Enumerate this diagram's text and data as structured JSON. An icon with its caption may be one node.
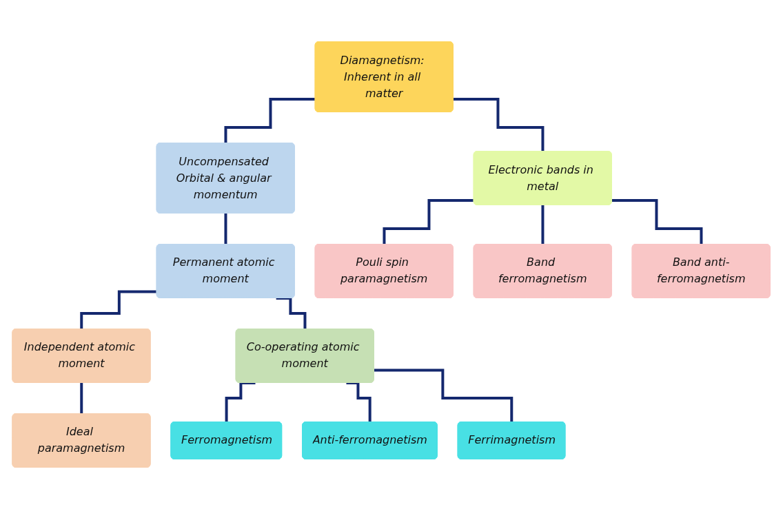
{
  "diagram": {
    "nodes": [
      {
        "text": [
          "Diamagnetism: Inherent in all matter"
        ]
      },
      {
        "text": [
          "Uncompensated Orbital & angular momentum"
        ]
      },
      {
        "text": [
          "Electronic bands in metal"
        ]
      },
      {
        "text": [
          "Permanent atomic moment"
        ]
      },
      {
        "text": [
          "Pouli spin paramagnetism"
        ]
      },
      {
        "text": [
          "Band ferromagnetism"
        ]
      },
      {
        "text": [
          "Band anti-ferromagnetism"
        ]
      },
      {
        "text": [
          "Independent atomic moment"
        ]
      },
      {
        "text": [
          "Co-operating atomic moment"
        ]
      },
      {
        "text": [
          "Ideal paramagnetism"
        ]
      },
      {
        "text": [
          "Ferromagnetism"
        ]
      },
      {
        "text": [
          "Anti-ferromagnetism"
        ]
      },
      {
        "text": [
          "Ferrimagnetism"
        ]
      }
    ],
    "edges": [
      {
        "from": 0,
        "to": 1,
        "arrow": "none"
      },
      {
        "from": 0,
        "to": 2,
        "arrow": "none"
      },
      {
        "from": 1,
        "to": 3,
        "arrow": "none"
      },
      {
        "from": 2,
        "to": 4,
        "arrow": "none"
      },
      {
        "from": 2,
        "to": 5,
        "arrow": "none"
      },
      {
        "from": 2,
        "to": 6,
        "arrow": "none"
      },
      {
        "from": 3,
        "to": 7,
        "arrow": "none"
      },
      {
        "from": 3,
        "to": 8,
        "arrow": "none"
      },
      {
        "from": 7,
        "to": 9,
        "arrow": "none"
      },
      {
        "from": 8,
        "to": 10,
        "arrow": "none"
      },
      {
        "from": 8,
        "to": 11,
        "arrow": "none"
      },
      {
        "from": 8,
        "to": 12,
        "arrow": "none"
      }
    ]
  }
}
